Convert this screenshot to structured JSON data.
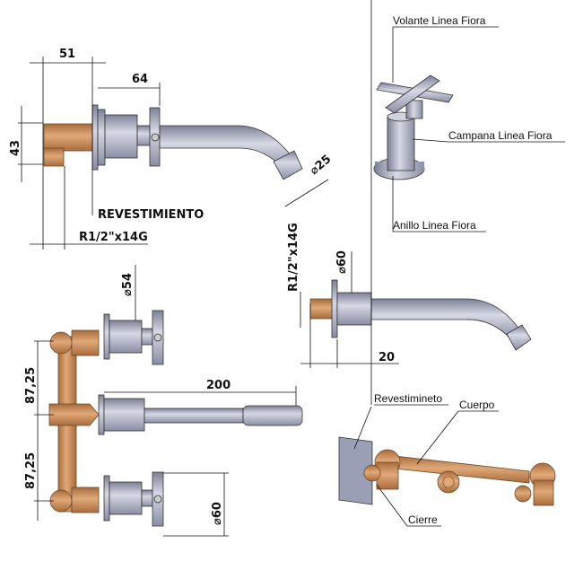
{
  "colors": {
    "brass": "#c8885a",
    "steel": "#a8abbd",
    "line": "#111111"
  },
  "top_view": {
    "dim_width": "51",
    "dim_handle": "64",
    "dim_height": "43",
    "dim_spout_diameter": "⌀25",
    "label_revestimiento": "REVESTIMIENTO",
    "label_thread": "R1/2\"x14G"
  },
  "handle_detail": {
    "volante": "Volante Linea Fiora",
    "campana": "Campana Linea Fiora",
    "anillo": "Anillo Linea Fiora"
  },
  "spout_view": {
    "label_thread": "R1/2\"x14G",
    "dim_diameter": "⌀60",
    "dim_depth": "20"
  },
  "front_view": {
    "dim_handle_diameter": "⌀54",
    "dim_upper_spacing": "87,25",
    "dim_lower_spacing": "87,25",
    "dim_spout_length": "200",
    "dim_bottom_diameter": "⌀60"
  },
  "assembly": {
    "revestimiento": "Revestimineto",
    "cuerpo": "Cuerpo",
    "cierre": "Cierre"
  }
}
